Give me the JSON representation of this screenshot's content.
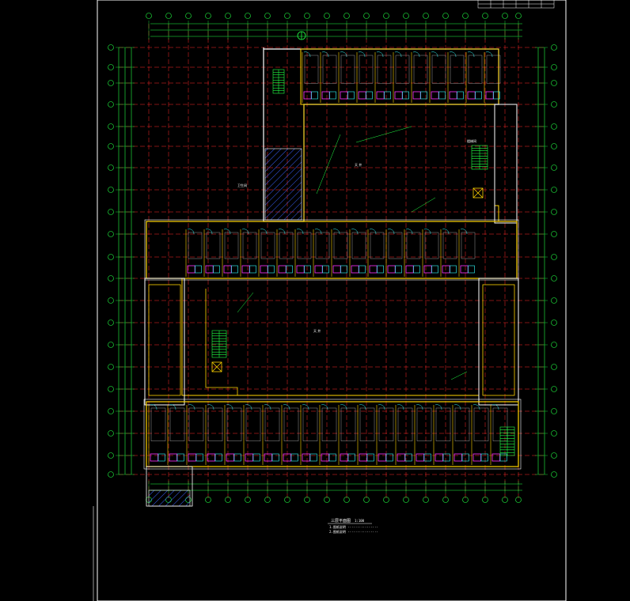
{
  "drawing": {
    "title_block": {
      "cells": [
        "",
        "",
        "",
        "",
        "",
        ""
      ]
    },
    "plan_title": "三层平面图",
    "plan_scale": "1:100",
    "notes": [
      "1.图纸说明 ················",
      "2.图纸说明 ················"
    ],
    "room_labels": {
      "courtyard_upper": "天 井",
      "courtyard_lower": "天 井",
      "stair_note": "楼梯间",
      "bath_note": "卫生间"
    },
    "colors": {
      "background": "#000000",
      "frame": "#ffffff",
      "grid": "#ff2a2a",
      "dimension": "#22ff44",
      "wall": "#ffd400",
      "outline": "#ffffff",
      "fixture": "#ff33ff",
      "fixture2": "#33ffff",
      "detail": "#bbbbbb"
    },
    "icons": [
      "north-arrow-icon",
      "stair-icon",
      "elevator-icon",
      "hatch-icon"
    ]
  }
}
